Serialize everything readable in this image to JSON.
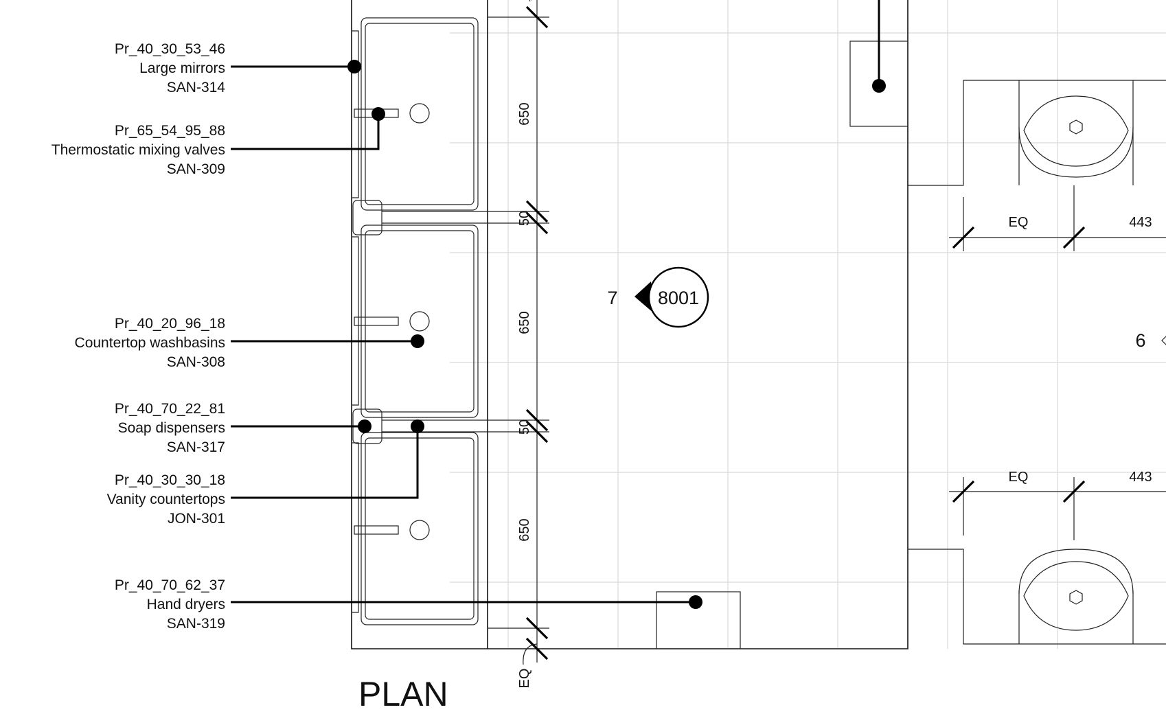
{
  "drawing": {
    "title": "PLAN",
    "colors": {
      "ink": "#000000",
      "grid": "#d2d2d2",
      "background": "#ffffff"
    }
  },
  "labels": [
    {
      "code": "Pr_40_30_53_46",
      "name": "Large mirrors",
      "ref": "SAN-314"
    },
    {
      "code": "Pr_65_54_95_88",
      "name": "Thermostatic mixing valves",
      "ref": "SAN-309"
    },
    {
      "code": "Pr_40_20_96_18",
      "name": "Countertop washbasins",
      "ref": "SAN-308"
    },
    {
      "code": "Pr_40_70_22_81",
      "name": "Soap dispensers",
      "ref": "SAN-317"
    },
    {
      "code": "Pr_40_30_30_18",
      "name": "Vanity countertops",
      "ref": "JON-301"
    },
    {
      "code": "Pr_40_70_62_37",
      "name": "Hand dryers",
      "ref": "SAN-319"
    }
  ],
  "dimensions": {
    "vertical": [
      "650",
      "50",
      "650",
      "50",
      "650",
      "EQ"
    ],
    "horizontal_top": [
      "EQ",
      "443"
    ],
    "horizontal_bottom": [
      "EQ",
      "443"
    ]
  },
  "section_marker": {
    "number": "8001",
    "direction_label": "7"
  },
  "section_marker_right": {
    "direction_label": "6"
  }
}
